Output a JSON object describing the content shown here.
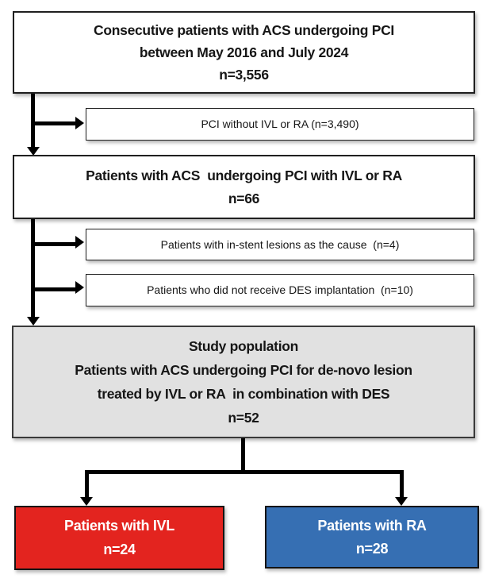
{
  "colors": {
    "background": "#ffffff",
    "box_border": "#1f1f1f",
    "arrow": "#000000",
    "text": "#161616",
    "light_text": "#ffffff",
    "gray_fill": "#e1e1e1",
    "red_fill": "#e3241f",
    "blue_fill": "#366fb3"
  },
  "boxes": {
    "consecutive": {
      "lines": [
        "Consecutive patients with ACS undergoing PCI",
        "between May 2016 and July 2024",
        "n=3,556"
      ]
    },
    "pci_without": {
      "text": "PCI without IVL or RA (n=3,490)"
    },
    "acs_ivl_ra": {
      "lines": [
        "Patients with ACS  undergoing PCI with IVL or RA",
        "n=66"
      ]
    },
    "instent_excluded": {
      "text": "Patients with in-stent lesions as the cause  (n=4)"
    },
    "no_des_excluded": {
      "text": "Patients who did not receive DES implantation  (n=10)"
    },
    "study_population": {
      "lines": [
        "Study population",
        "Patients with ACS undergoing PCI for de-novo lesion",
        "treated by IVL or RA  in combination with DES",
        "n=52"
      ]
    },
    "ivl": {
      "lines": [
        "Patients with IVL",
        "n=24"
      ]
    },
    "ra": {
      "lines": [
        "Patients with RA",
        "n=28"
      ]
    }
  }
}
